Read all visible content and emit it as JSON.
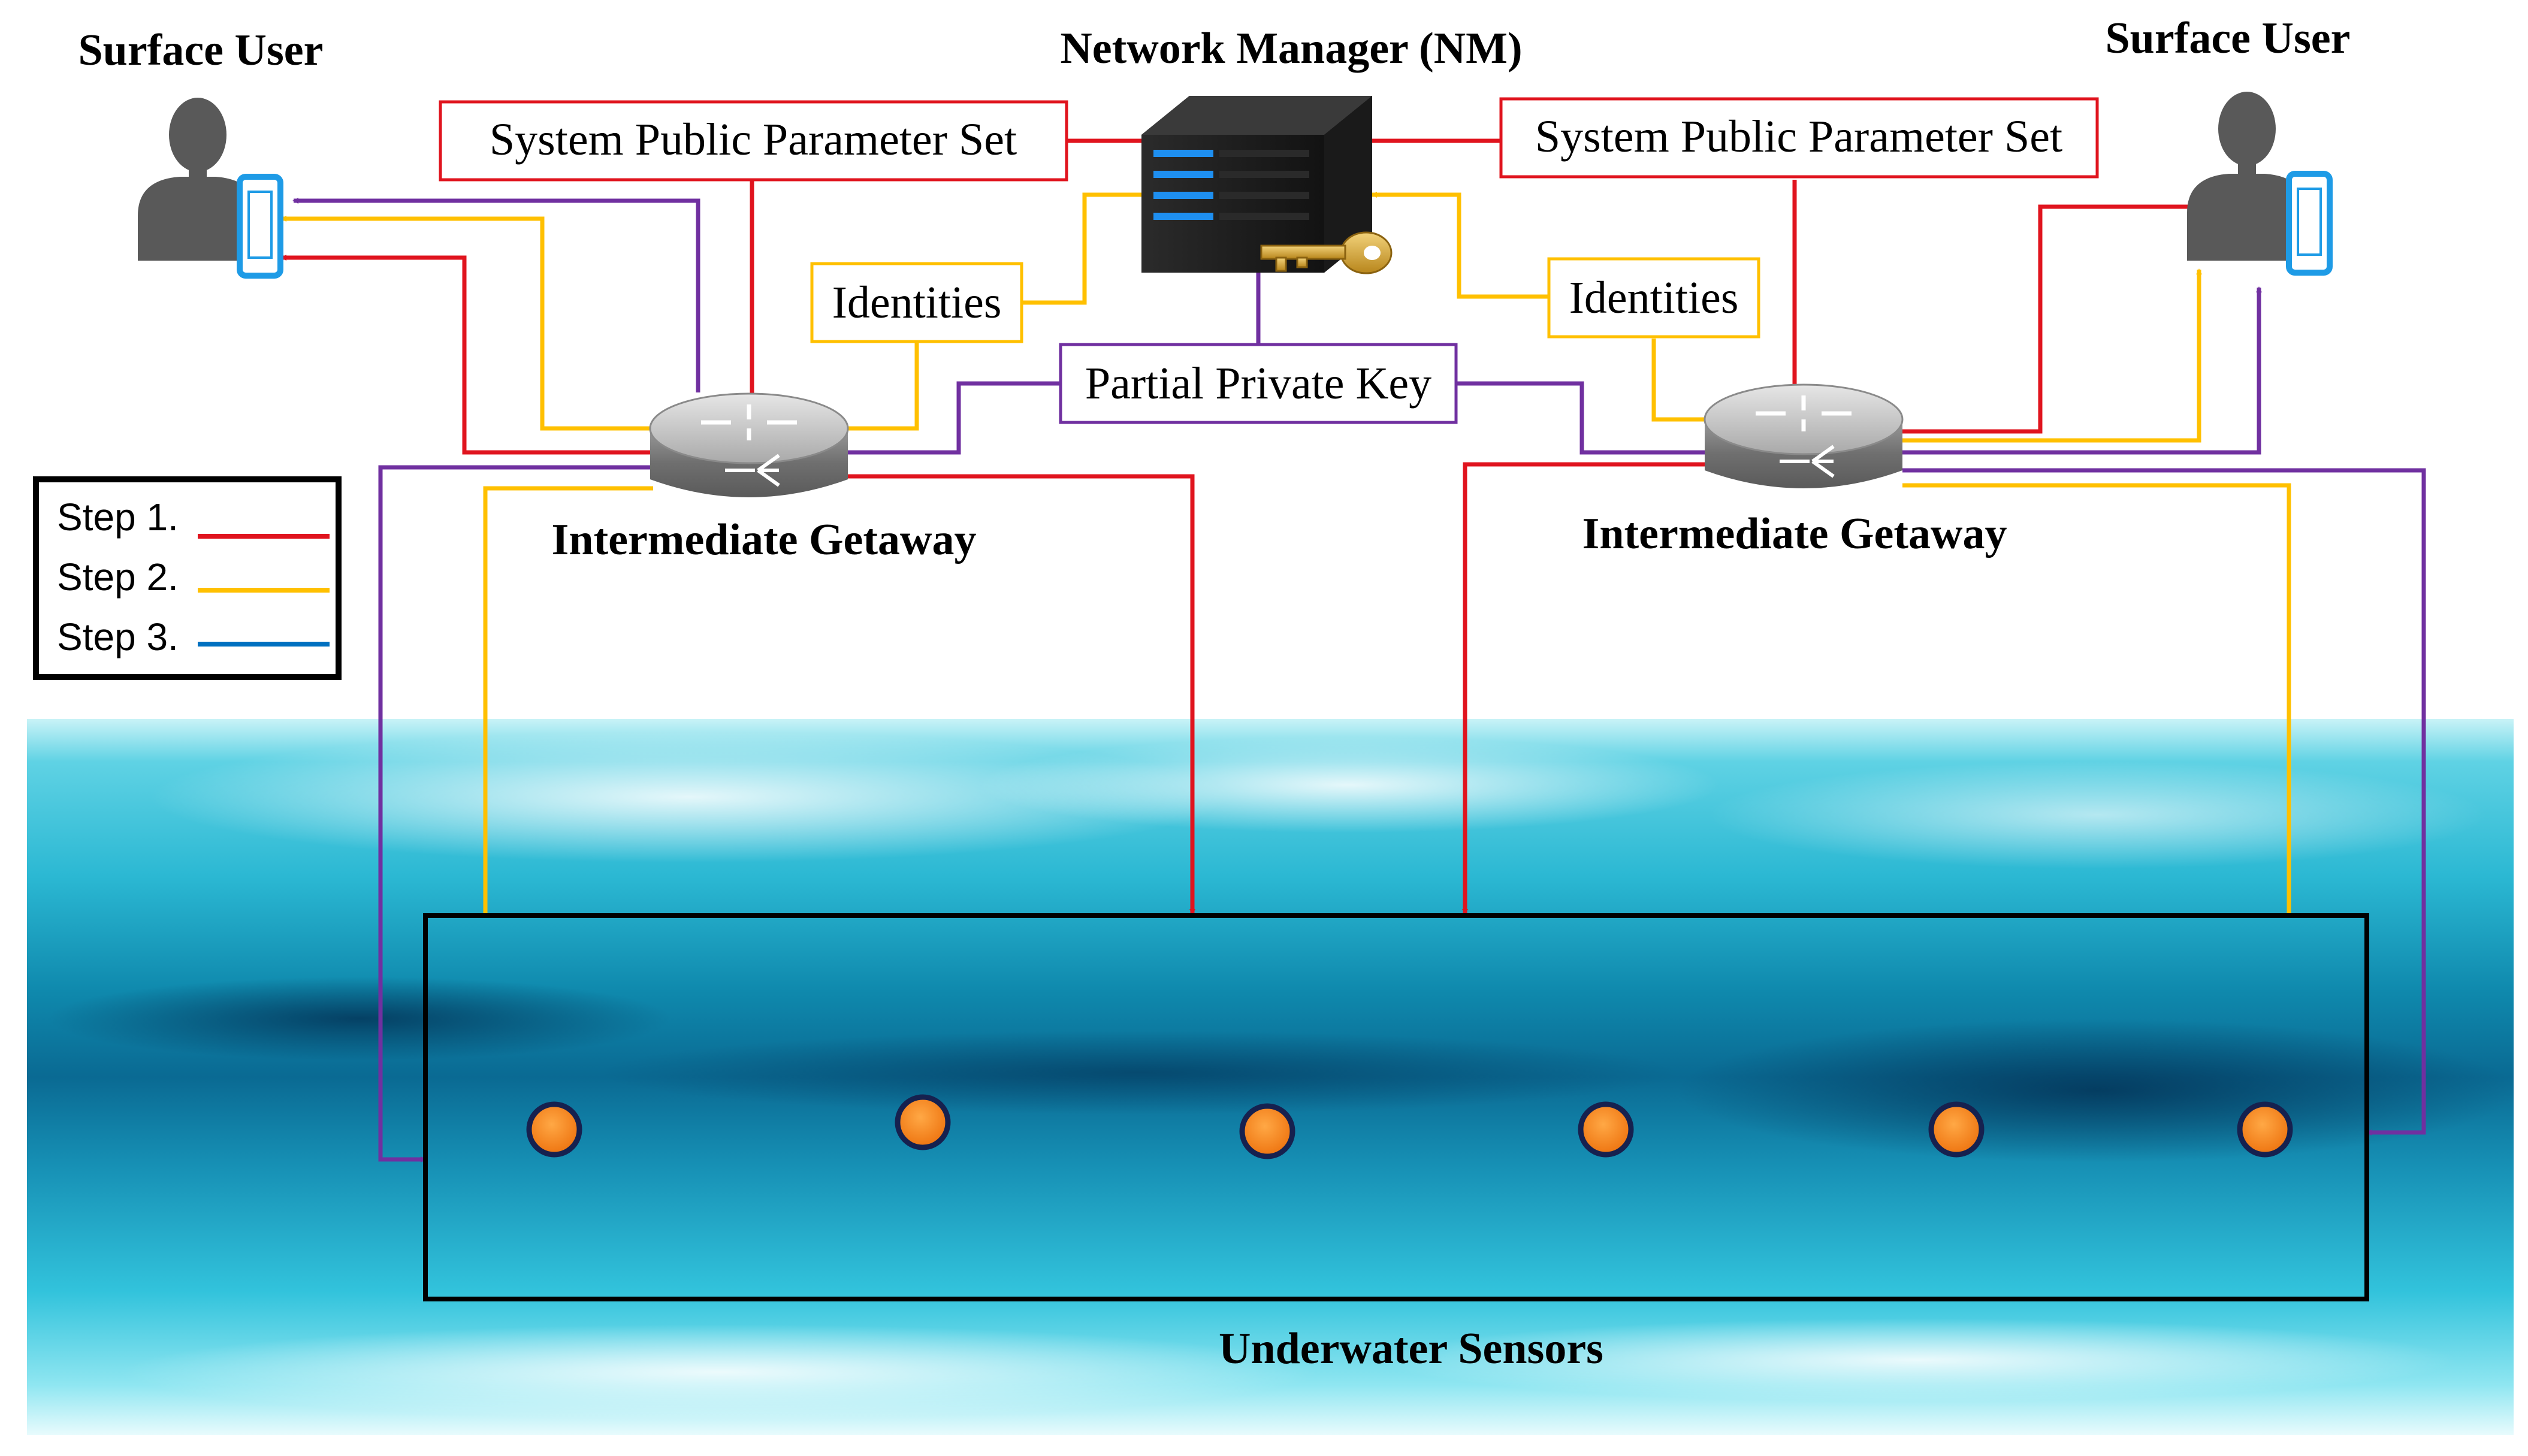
{
  "title": "Network Manager (NM)",
  "users": {
    "left": "Surface User",
    "right": "Surface User"
  },
  "gateways": {
    "left": "Intermediate Getaway",
    "right": "Intermediate Getaway"
  },
  "boxes": {
    "sys_param_left": "System Public Parameter Set",
    "sys_param_right": "System Public Parameter Set",
    "identities_left": "Identities",
    "identities_right": "Identities",
    "partial_key": "Partial Private Key"
  },
  "sensors_label": "Underwater Sensors",
  "sensor_count": 6,
  "legend": {
    "items": [
      {
        "label": "Step 1.",
        "color": "#e0141e"
      },
      {
        "label": "Step 2.",
        "color": "#ffc000"
      },
      {
        "label": "Step 3.",
        "color": "#0070c0"
      }
    ]
  },
  "colors": {
    "step1": "#e0141e",
    "step2": "#ffc000",
    "step3_partial_key": "#7030a0",
    "water": "#1fb6cf",
    "sensor_fill": "#ff8c1a",
    "sensor_border": "#16214f",
    "phone": "#1e9be6",
    "person": "#595959"
  },
  "icons": [
    "user-icon",
    "phone-icon",
    "server-icon",
    "key-icon",
    "router-icon",
    "sensor-node-icon"
  ]
}
